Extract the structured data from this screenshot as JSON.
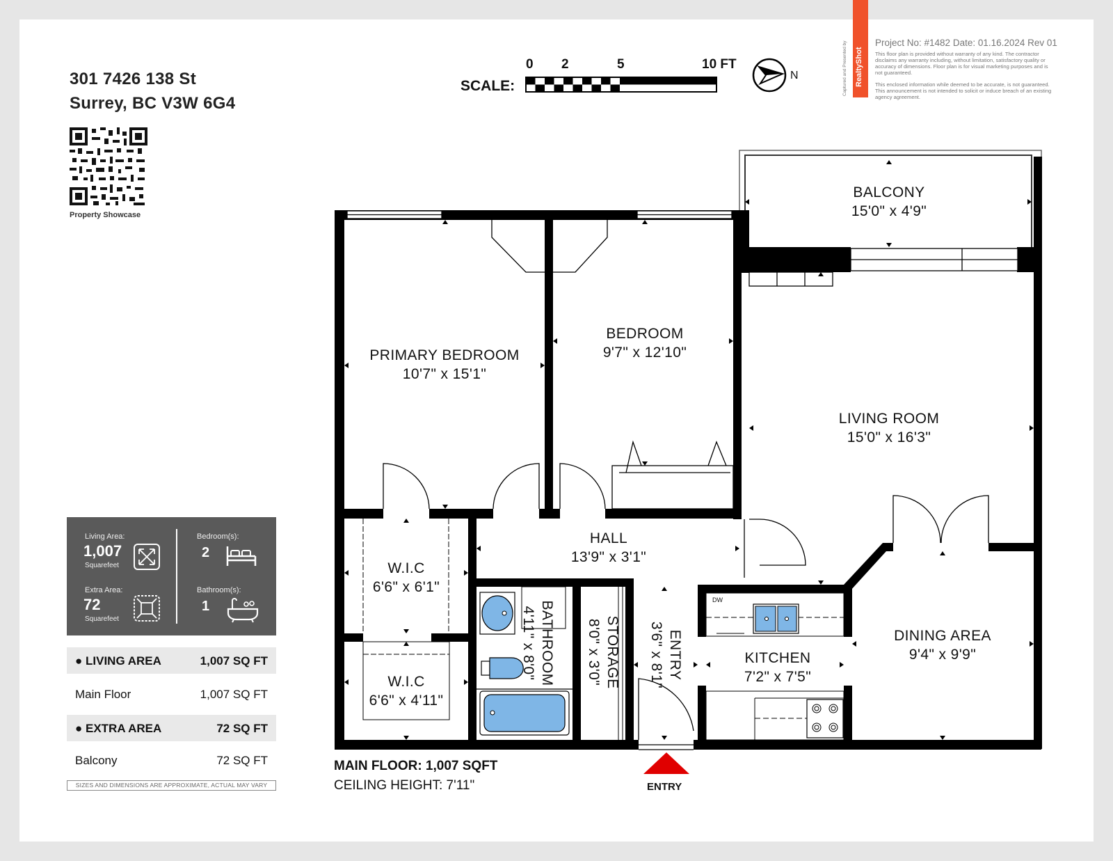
{
  "address": {
    "line1": "301 7426 138 St",
    "line2": "Surrey, BC V3W 6G4"
  },
  "qr_caption": "Property Showcase",
  "scale": {
    "label": "SCALE:",
    "ticks": [
      "0",
      "2",
      "5",
      "10 FT"
    ],
    "north": "N"
  },
  "header": {
    "project": "Project No: #1482   Date: 01.16.2024 Rev 01",
    "disclaimer1": "This floor plan is provided without warranty of any kind. The contractor disclaims any warranty including, without limitation, satisfactory quality or accuracy of dimensions. Floor plan is for visual marketing purposes and is not guaranteed.",
    "disclaimer2": "This enclosed information while deemed to be accurate, is not guaranteed. This announcement is not intended to solicit or induce breach of an existing agency agreement.",
    "brand": "RealtyShot",
    "captured": "Captured and Presented by"
  },
  "stats": {
    "living_label": "Living Area:",
    "living_value": "1,007",
    "living_unit": "Squarefeet",
    "extra_label": "Extra Area:",
    "extra_value": "72",
    "extra_unit": "Squarefeet",
    "bed_label": "Bedroom(s):",
    "bed_value": "2",
    "bath_label": "Bathroom(s):",
    "bath_value": "1"
  },
  "areas": [
    {
      "k": "● LIVING AREA",
      "v": "1,007 SQ FT",
      "hl": true
    },
    {
      "k": "Main Floor",
      "v": "1,007 SQ FT",
      "hl": false
    },
    {
      "k": "● EXTRA AREA",
      "v": "72 SQ FT",
      "hl": true
    },
    {
      "k": "Balcony",
      "v": "72 SQ FT",
      "hl": false
    }
  ],
  "approx_note": "SIZES AND DIMENSIONS ARE APPROXIMATE, ACTUAL MAY VARY",
  "rooms": {
    "balcony": {
      "name": "BALCONY",
      "dim": "15'0\" x 4'9\""
    },
    "primary": {
      "name": "PRIMARY BEDROOM",
      "dim": "10'7\" x 15'1\""
    },
    "bedroom": {
      "name": "BEDROOM",
      "dim": "9'7\" x 12'10\""
    },
    "living": {
      "name": "LIVING ROOM",
      "dim": "15'0\" x 16'3\""
    },
    "hall": {
      "name": "HALL",
      "dim": "13'9\" x 3'1\""
    },
    "wic1": {
      "name": "W.I.C",
      "dim": "6'6\" x 6'1\""
    },
    "wic2": {
      "name": "W.I.C",
      "dim": "6'6\" x 4'11\""
    },
    "bath": {
      "name": "BATHROOM",
      "dim": "4'11\" x 8'0\""
    },
    "storage": {
      "name": "STORAGE",
      "dim": "8'0\" x 3'0\""
    },
    "entry": {
      "name": "ENTRY",
      "dim": "3'6\" x 8'1\""
    },
    "kitchen": {
      "name": "KITCHEN",
      "dim": "7'2\" x 7'5\""
    },
    "dining": {
      "name": "DINING AREA",
      "dim": "9'4\" x 9'9\""
    }
  },
  "dw": "DW",
  "floor": {
    "title": "MAIN FLOOR: 1,007 SQFT",
    "ceiling": "CEILING HEIGHT: 7'11\""
  },
  "entry_marker": "ENTRY",
  "colors": {
    "wall": "#000000",
    "stats_bg": "#5a5a5a",
    "entry_arrow": "#e00000",
    "fixture": "#7fb6e6"
  }
}
